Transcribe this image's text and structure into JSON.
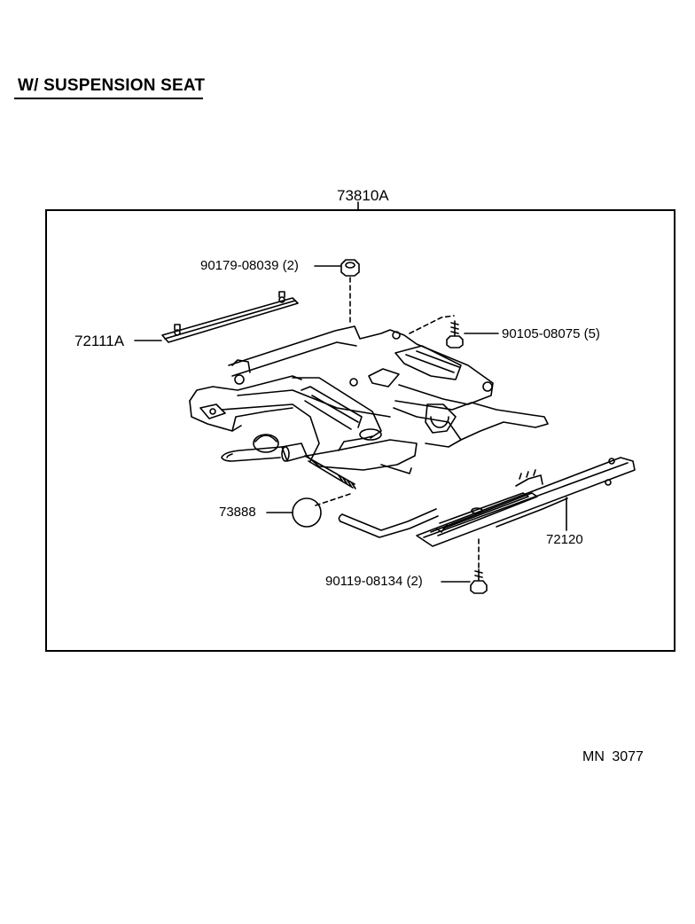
{
  "title": "W/ SUSPENSION SEAT",
  "assembly_part": "73810A",
  "parts": {
    "nut": "90179-08039 (2)",
    "rail_bar": "72111A",
    "bolt_top": "90105-08075 (5)",
    "knob": "73888",
    "slide_rail": "72120",
    "bolt_bottom": "90119-08134 (2)"
  },
  "footer": "MN  3077"
}
